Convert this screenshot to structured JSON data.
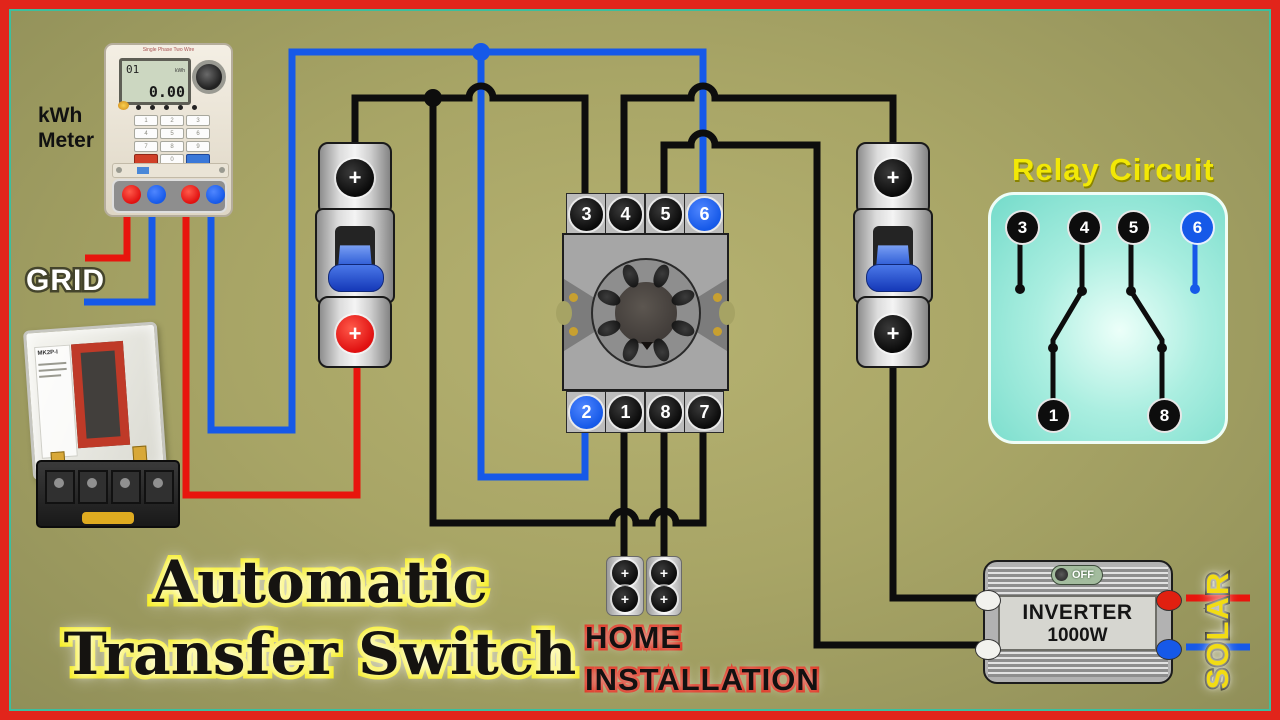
{
  "colors": {
    "background": "#a8a566",
    "frame_red": "#e1251b",
    "frame_teal": "#3bbf9e",
    "wire_black": "#0d0d0d",
    "wire_blue": "#1659e8",
    "wire_red": "#e8150d",
    "title_yellow": "#f7ee14",
    "relay_box_teal": "#8ae4d4",
    "home_text_red": "#e0301e"
  },
  "symbols": {
    "plus": "+"
  },
  "labels": {
    "kwh_line1": "kWh",
    "kwh_line2": "Meter",
    "grid": "GRID",
    "relay_circuit_title": "Relay Circuit",
    "home_line1": "HOME",
    "home_line2": "INSTALLATION",
    "title_line1": "Automatic",
    "title_line2": "Transfer Switch",
    "solar": "SOLAR"
  },
  "meter": {
    "header": "Single Phase Two Wire",
    "display_mode": "01",
    "display_main": "0.00",
    "display_unit": "kWh",
    "keypad": [
      "1",
      "2",
      "3",
      "4",
      "5",
      "6",
      "7",
      "8",
      "9",
      "0"
    ]
  },
  "relay_photo": {
    "model": "MK2P-I"
  },
  "socket": {
    "top_terminals": [
      "3",
      "4",
      "5",
      "6"
    ],
    "bottom_terminals": [
      "2",
      "1",
      "8",
      "7"
    ]
  },
  "relay_circuit": {
    "top_nodes": [
      "3",
      "4",
      "5",
      "6"
    ],
    "bottom_nodes": [
      "1",
      "8"
    ]
  },
  "inverter": {
    "name": "INVERTER",
    "power": "1000W",
    "switch_label": "OFF"
  }
}
